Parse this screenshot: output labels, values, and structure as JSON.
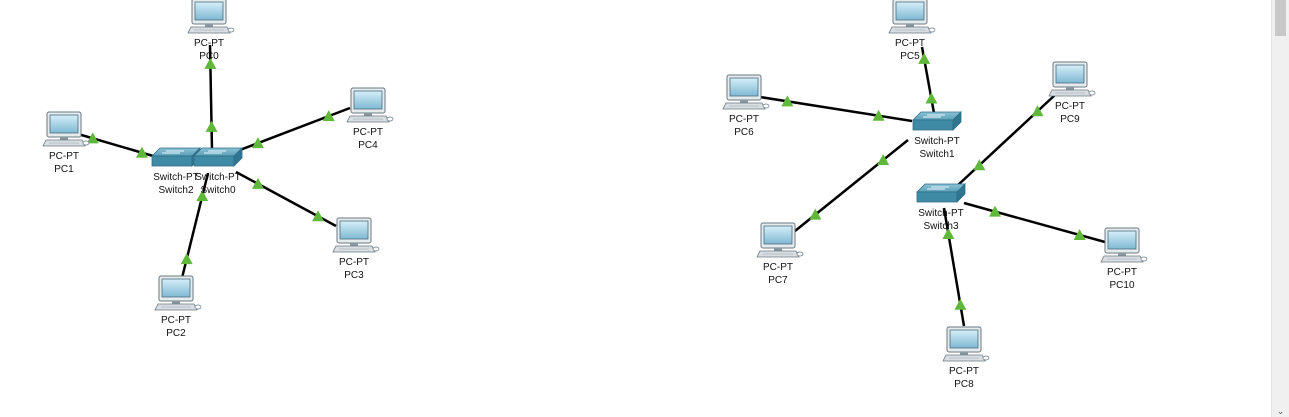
{
  "devices": [
    {
      "id": "PC0",
      "type": "pc",
      "model": "PC-PT",
      "name": "PC0"
    },
    {
      "id": "PC1",
      "type": "pc",
      "model": "PC-PT",
      "name": "PC1"
    },
    {
      "id": "PC2",
      "type": "pc",
      "model": "PC-PT",
      "name": "PC2"
    },
    {
      "id": "PC3",
      "type": "pc",
      "model": "PC-PT",
      "name": "PC3"
    },
    {
      "id": "PC4",
      "type": "pc",
      "model": "PC-PT",
      "name": "PC4"
    },
    {
      "id": "Switch2",
      "type": "switch",
      "model": "Switch-PT",
      "name": "Switch2"
    },
    {
      "id": "Switch0",
      "type": "switch",
      "model": "Switch-PT",
      "name": "Switch0"
    },
    {
      "id": "PC5",
      "type": "pc",
      "model": "PC-PT",
      "name": "PC5"
    },
    {
      "id": "PC6",
      "type": "pc",
      "model": "PC-PT",
      "name": "PC6"
    },
    {
      "id": "PC7",
      "type": "pc",
      "model": "PC-PT",
      "name": "PC7"
    },
    {
      "id": "PC8",
      "type": "pc",
      "model": "PC-PT",
      "name": "PC8"
    },
    {
      "id": "PC9",
      "type": "pc",
      "model": "PC-PT",
      "name": "PC9"
    },
    {
      "id": "PC10",
      "type": "pc",
      "model": "PC-PT",
      "name": "PC10"
    },
    {
      "id": "Switch1",
      "type": "switch",
      "model": "Switch-PT",
      "name": "Switch1"
    },
    {
      "id": "Switch3",
      "type": "switch",
      "model": "Switch-PT",
      "name": "Switch3"
    }
  ],
  "links": [
    {
      "from": "PC0",
      "to": "Switch0"
    },
    {
      "from": "PC1",
      "to": "Switch2"
    },
    {
      "from": "PC2",
      "to": "Switch0"
    },
    {
      "from": "PC3",
      "to": "Switch0"
    },
    {
      "from": "PC4",
      "to": "Switch0"
    },
    {
      "from": "PC5",
      "to": "Switch1"
    },
    {
      "from": "PC6",
      "to": "Switch1"
    },
    {
      "from": "PC7",
      "to": "Switch1"
    },
    {
      "from": "PC9",
      "to": "Switch3"
    },
    {
      "from": "PC10",
      "to": "Switch3"
    },
    {
      "from": "PC8",
      "to": "Switch3"
    }
  ],
  "colors": {
    "link": "#000000",
    "link_up_indicator": "#5fb83a",
    "switch_body": "#4a90a8",
    "pc_screen": "#a9d4e8"
  },
  "icons": {
    "pc": "desktop-pc-icon",
    "switch": "network-switch-icon"
  }
}
